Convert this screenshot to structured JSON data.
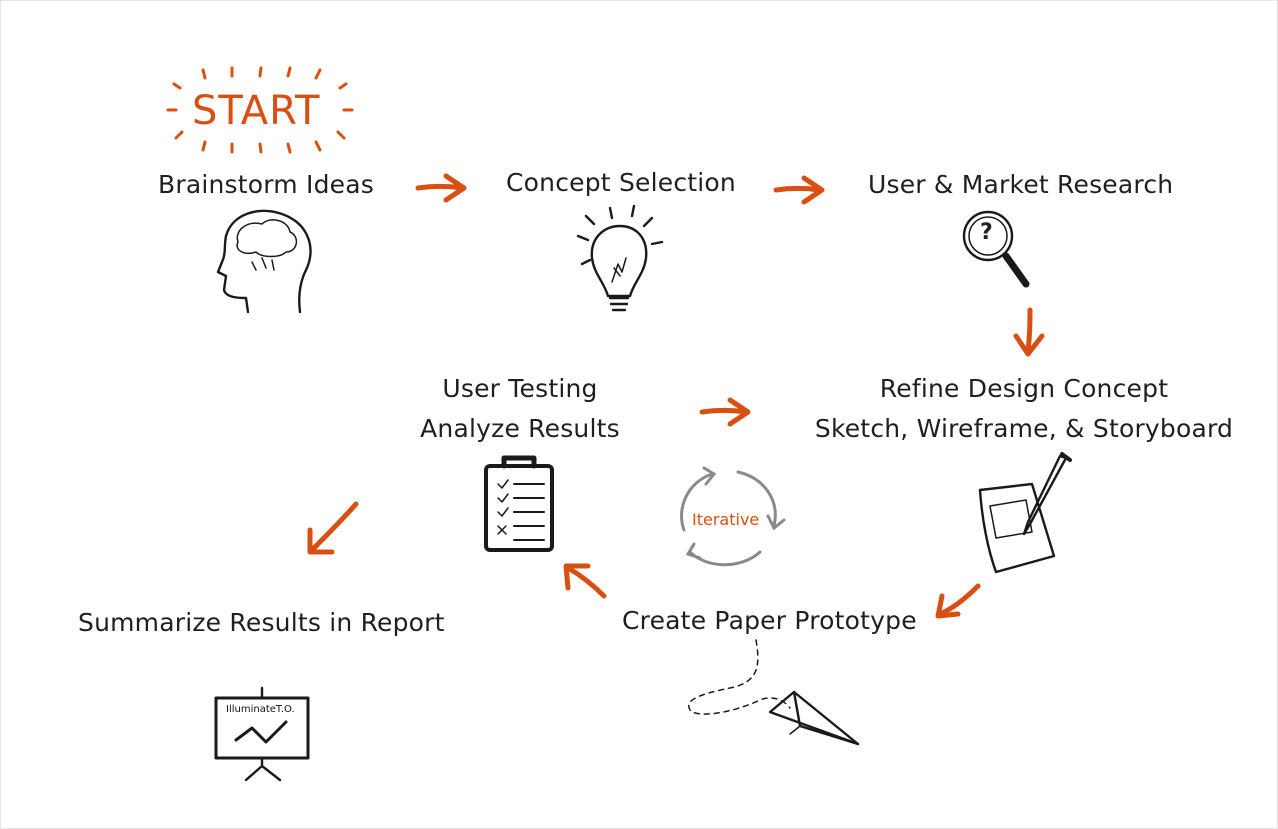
{
  "start_label": "START",
  "steps": {
    "brainstorm": "Brainstorm Ideas",
    "concept_selection": "Concept Selection",
    "research": "User & Market Research",
    "refine_line1": "Refine Design Concept",
    "refine_line2": "Sketch, Wireframe, & Storyboard",
    "testing_line1": "User Testing",
    "testing_line2": "Analyze Results",
    "prototype": "Create Paper Prototype",
    "summarize": "Summarize Results in Report"
  },
  "iterative_label": "Iterative",
  "magnifier_mark": "?",
  "easel_brand": "IlluminateT.O.",
  "colors": {
    "accent": "#d94f12",
    "ink": "#1a1a1a",
    "cycle": "#8a8a8a"
  }
}
